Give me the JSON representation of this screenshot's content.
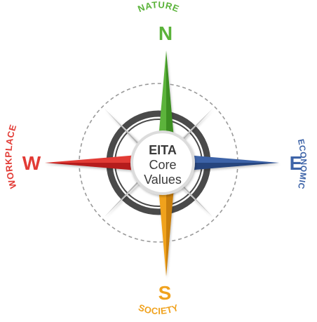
{
  "compass": {
    "center": {
      "title": "EITA",
      "line2": "Core",
      "line3": "Values"
    },
    "north": {
      "letter": "N",
      "label": "NATURE",
      "color": "#5bb33a"
    },
    "east": {
      "letter": "E",
      "label": "ECONOMIC",
      "color": "#3e64a8"
    },
    "south": {
      "letter": "S",
      "label": "SOCIETY",
      "color": "#f0a21e"
    },
    "west": {
      "letter": "W",
      "label": "WORKPLACE",
      "color": "#e23b35"
    },
    "colors": {
      "ring_dark": "#4a4a4a",
      "ring_light": "#d9d9d9",
      "dashed_ring": "#9a9a9a",
      "diagonal_point": "#d5d5d5",
      "diagonal_point_shade": "#a9a9a9",
      "center_text": "#3a3a3a"
    }
  }
}
